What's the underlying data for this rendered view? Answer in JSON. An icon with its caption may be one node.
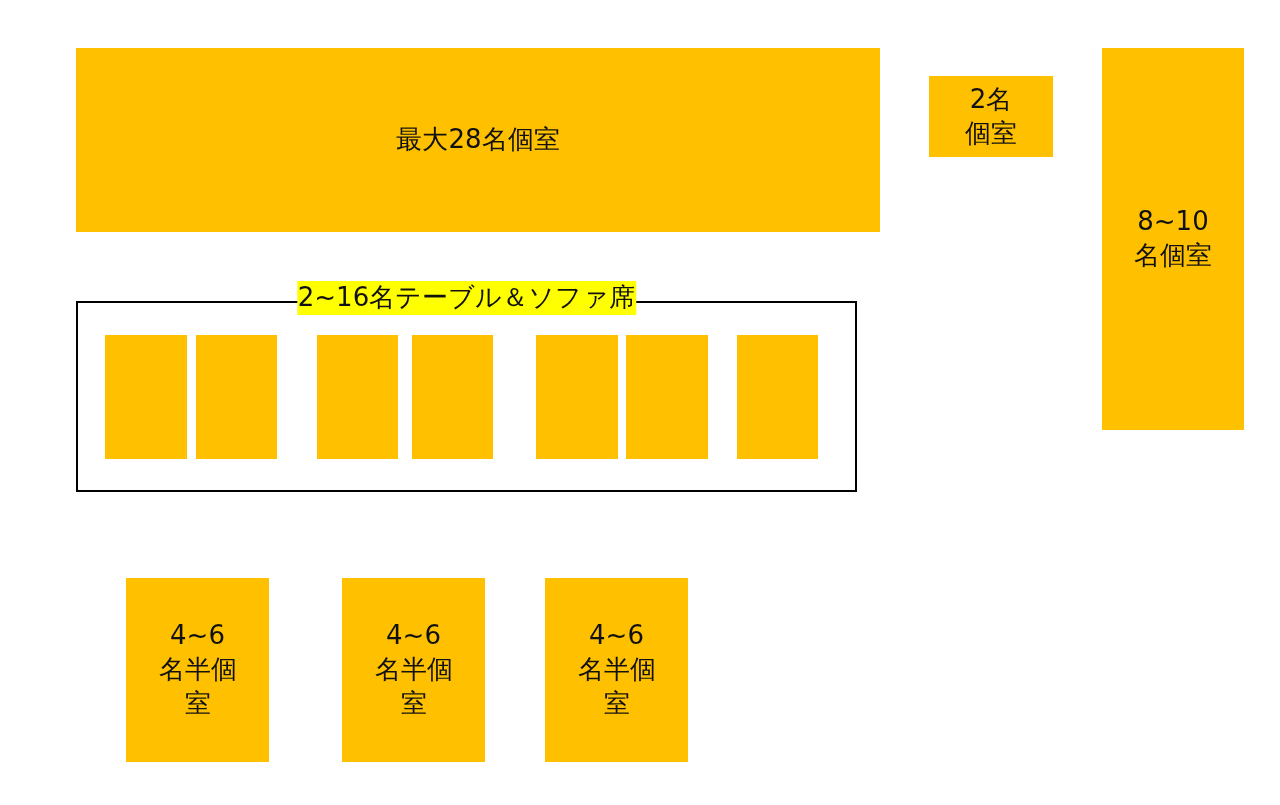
{
  "diagram": {
    "nodes": [
      {
        "text": [
          "最大28名個室"
        ]
      },
      {
        "text": [
          "2名個室"
        ]
      },
      {
        "text": [
          "8~10名個室"
        ]
      },
      {
        "text": [
          "2~16名テーブル＆ソファ席"
        ]
      },
      {
        "text": [],
        "shape": "box",
        "in": 3
      },
      {
        "text": [],
        "shape": "box",
        "in": 3
      },
      {
        "text": [],
        "shape": "box",
        "in": 3
      },
      {
        "text": [],
        "shape": "box",
        "in": 3
      },
      {
        "text": [],
        "shape": "box",
        "in": 3
      },
      {
        "text": [],
        "shape": "box",
        "in": 3
      },
      {
        "text": [],
        "shape": "box",
        "in": 3
      },
      {
        "text": [
          "4~6名半個室"
        ]
      },
      {
        "text": [
          "4~6名半個室"
        ]
      },
      {
        "text": [
          "4~6名半個室"
        ]
      }
    ]
  }
}
